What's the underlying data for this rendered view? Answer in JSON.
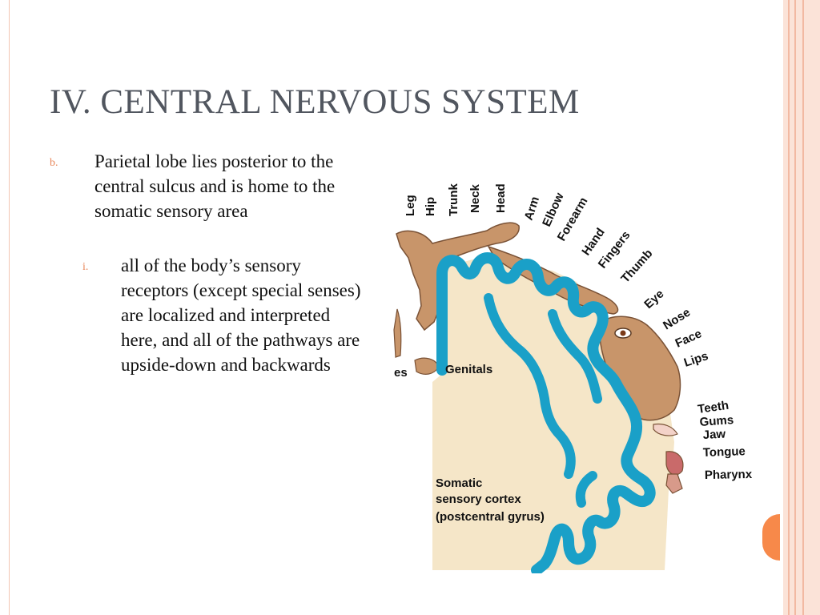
{
  "slide": {
    "title": "IV. CENTRAL NERVOUS SYSTEM",
    "bullets": [
      {
        "marker": "b.",
        "text": "Parietal lobe lies posterior to the central sulcus and is home to the somatic sensory area"
      },
      {
        "marker": "i.",
        "text": "all of the body’s sensory receptors (except special senses) are localized and interpreted here, and all of the pathways are upside-down and backwards"
      }
    ]
  },
  "figure": {
    "body_labels": [
      "Leg",
      "Hip",
      "Trunk",
      "Neck",
      "Head",
      "Arm",
      "Elbow",
      "Forearm",
      "Hand",
      "Fingers",
      "Thumb",
      "Eye",
      "Nose",
      "Face",
      "Lips",
      "Teeth",
      "Gums",
      "Jaw",
      "Tongue",
      "Pharynx"
    ],
    "cut_label": "es",
    "genitals_label": "Genitals",
    "cortex_label_lines": [
      "Somatic",
      "sensory cortex",
      "(postcentral gyrus)"
    ]
  },
  "colors": {
    "accent": "#e8875a",
    "cortex_blue": "#1aa0c8",
    "brain_fill": "#f5e6c8",
    "homunculus": "#c8956a",
    "title_gray": "#51565f"
  }
}
